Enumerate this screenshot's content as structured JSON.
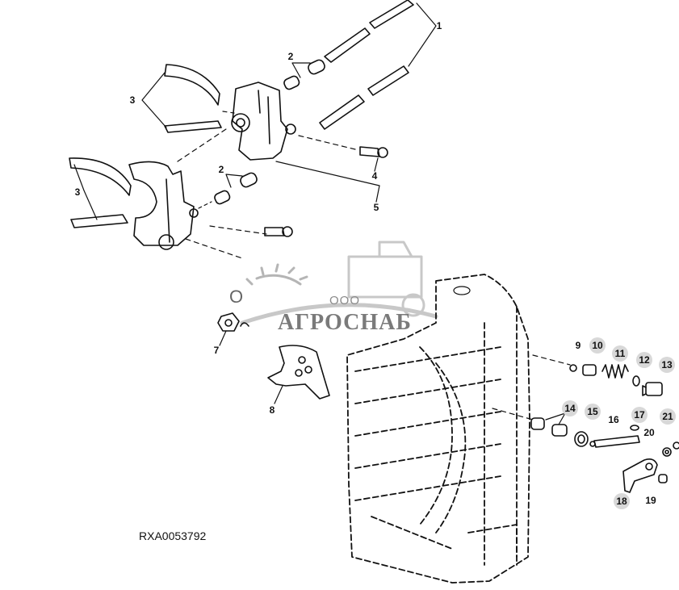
{
  "figure": {
    "id": "RXA0053792",
    "callouts": [
      "1",
      "2",
      "2",
      "3",
      "3",
      "4",
      "5",
      "7",
      "8",
      "9",
      "10",
      "11",
      "12",
      "13",
      "14",
      "15",
      "16",
      "17",
      "18",
      "19",
      "20",
      "21"
    ]
  },
  "watermark": {
    "prefix": "ООО",
    "name": "АГРОСНАБ",
    "stray_letter": "O"
  },
  "colors": {
    "line": "#111111",
    "callout_shade": "#d8d8d8",
    "watermark": "#9a9a9a"
  }
}
